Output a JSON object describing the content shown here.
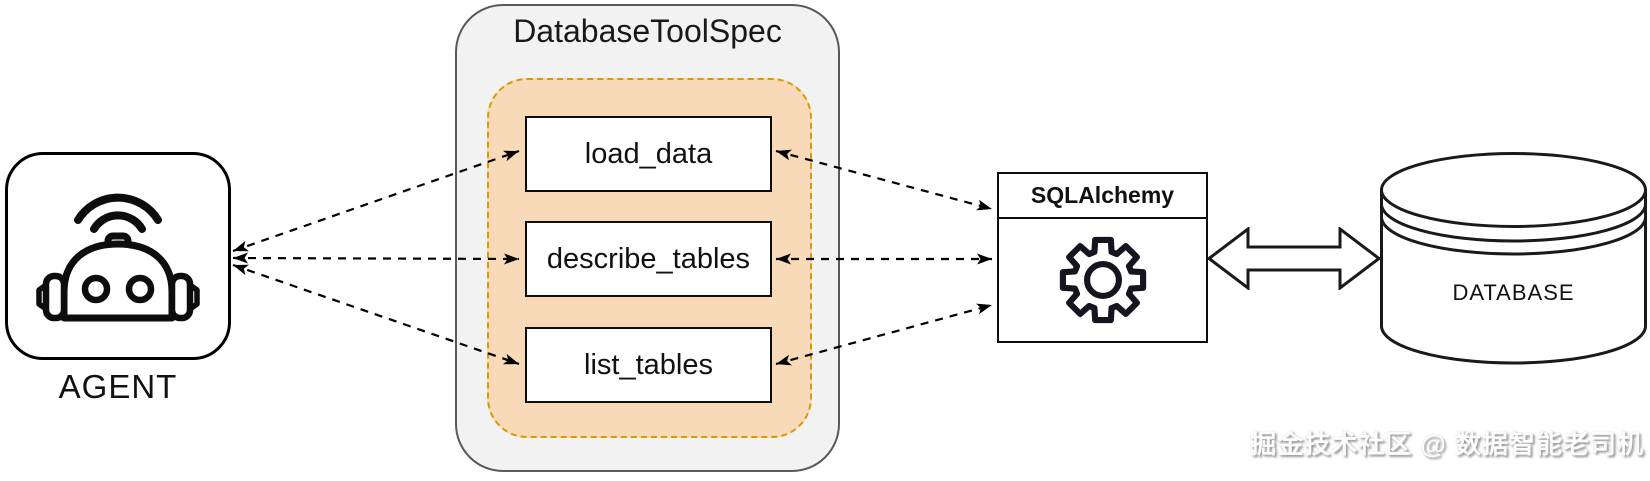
{
  "agent": {
    "label": "AGENT",
    "icon": "robot-icon"
  },
  "toolspec": {
    "title": "DatabaseToolSpec",
    "tools": [
      "load_data",
      "describe_tables",
      "list_tables"
    ]
  },
  "engine": {
    "title": "SQLAlchemy",
    "icon": "gear-icon"
  },
  "database": {
    "label": "DATABASE",
    "icon": "database-cylinder-icon"
  },
  "watermark": {
    "text": "掘金技术社区 @ 数据智能老司机"
  },
  "connectors": {
    "style": "dashed, arrowheads on both ends",
    "agent_to_tools": [
      "AGENT-load_data",
      "AGENT-describe_tables",
      "AGENT-list_tables"
    ],
    "tools_to_engine": [
      "load_data-SQLAlchemy",
      "describe_tables-SQLAlchemy",
      "list_tables-SQLAlchemy"
    ],
    "engine_to_database": "SQLAlchemy-DATABASE (hollow double arrow)"
  },
  "colors": {
    "toolspec_fill": "#f2f2f2",
    "toolspec_border": "#595959",
    "tools_group_fill": "#f8d9b8",
    "tools_group_border": "#d79b00",
    "node_border": "#0d0d0d",
    "connector": "#000000"
  }
}
